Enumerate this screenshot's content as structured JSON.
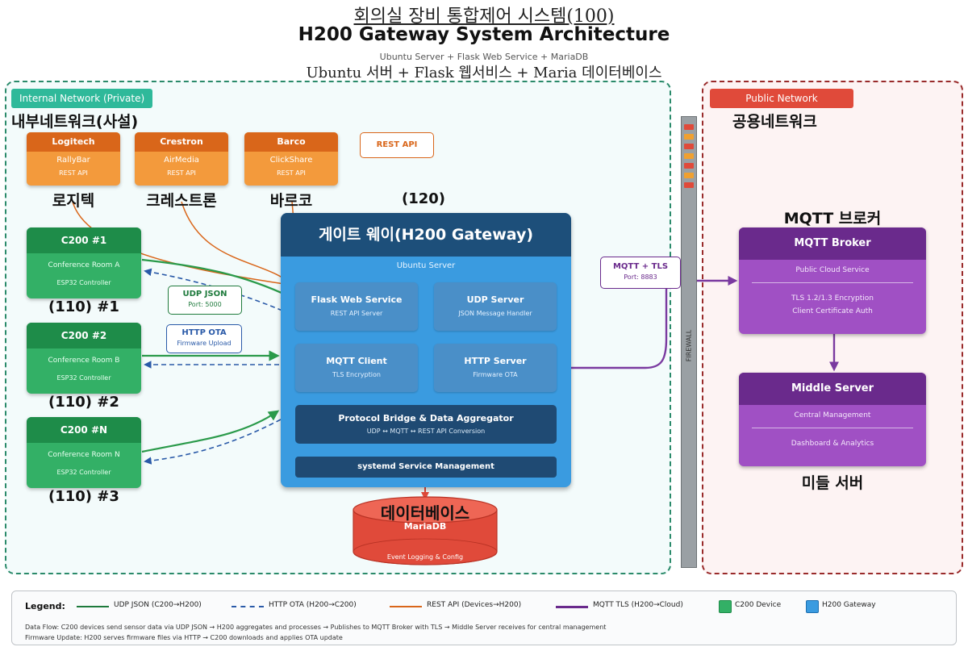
{
  "header": {
    "title_ko": "회의실 장비 통합제어 시스템(100)",
    "title_en": "H200 Gateway System Architecture",
    "subtitle_en": "Ubuntu Server + Flask Web Service + MariaDB",
    "subtitle_ko": "Ubuntu 서버 + Flask 웹서비스 + Maria 데이터베이스"
  },
  "internal": {
    "tag": "Internal Network (Private)",
    "label_ko": "내부네트워크(사설)",
    "devices": [
      {
        "brand": "Logitech",
        "product": "RallyBar",
        "api": "REST API",
        "label_ko": "로지텍"
      },
      {
        "brand": "Crestron",
        "product": "AirMedia",
        "api": "REST API",
        "label_ko": "크레스트론"
      },
      {
        "brand": "Barco",
        "product": "ClickShare",
        "api": "REST API",
        "label_ko": "바르코"
      }
    ],
    "rest_api_label": "REST API",
    "controllers": [
      {
        "name": "C200 #1",
        "room": "Conference Room A",
        "ctrl": "ESP32 Controller",
        "label": "(110) #1"
      },
      {
        "name": "C200 #2",
        "room": "Conference Room B",
        "ctrl": "ESP32 Controller",
        "label": "(110) #2"
      },
      {
        "name": "C200 #N",
        "room": "Conference Room N",
        "ctrl": "ESP32 Controller",
        "label": "(110) #3"
      }
    ],
    "udp_pill": {
      "title": "UDP JSON",
      "detail": "Port: 5000"
    },
    "ota_pill": {
      "title": "HTTP OTA",
      "detail": "Firmware Upload"
    }
  },
  "gateway": {
    "number": "(120)",
    "title": "게이트 웨이(H200 Gateway)",
    "subtitle": "Ubuntu Server",
    "services": [
      {
        "name": "Flask Web Service",
        "desc": "REST API Server"
      },
      {
        "name": "UDP Server",
        "desc": "JSON Message Handler"
      },
      {
        "name": "MQTT Client",
        "desc": "TLS Encryption"
      },
      {
        "name": "HTTP Server",
        "desc": "Firmware OTA"
      }
    ],
    "bridge": {
      "name": "Protocol Bridge & Data Aggregator",
      "desc": "UDP ↔ MQTT ↔ REST API Conversion"
    },
    "systemd": "systemd Service Management"
  },
  "database": {
    "label_ko": "데이터베이스",
    "name": "MariaDB",
    "desc": "Event Logging & Config"
  },
  "mqtt_pill": {
    "title": "MQTT + TLS",
    "detail": "Port: 8883"
  },
  "firewall": {
    "label": "FIREWALL"
  },
  "public": {
    "tag": "Public Network",
    "label_ko": "공용네트워크",
    "broker": {
      "label_ko": "MQTT 브로커",
      "title": "MQTT Broker",
      "line1": "Public Cloud Service",
      "line2": "TLS 1.2/1.3 Encryption",
      "line3": "Client Certificate Auth"
    },
    "middle": {
      "label_ko": "미들 서버",
      "title": "Middle Server",
      "line1": "Central Management",
      "line2": "Dashboard & Analytics"
    }
  },
  "legend": {
    "title": "Legend:",
    "items": [
      {
        "label": "UDP JSON (C200→H200)",
        "color": "#1e7a3c"
      },
      {
        "label": "HTTP OTA (H200→C200)",
        "color": "#2a5aa8"
      },
      {
        "label": "REST API (Devices→H200)",
        "color": "#d9661a"
      },
      {
        "label": "MQTT TLS (H200→Cloud)",
        "color": "#6a2a8c"
      },
      {
        "label": "C200 Device",
        "color": "#33b066"
      },
      {
        "label": "H200 Gateway",
        "color": "#3a9be0"
      }
    ],
    "note1": "Data Flow: C200 devices send sensor data via UDP JSON → H200 aggregates and processes → Publishes to MQTT Broker with TLS → Middle Server receives for central management",
    "note2": "Firmware Update: H200 serves firmware files via HTTP → C200 downloads and applies OTA update"
  }
}
